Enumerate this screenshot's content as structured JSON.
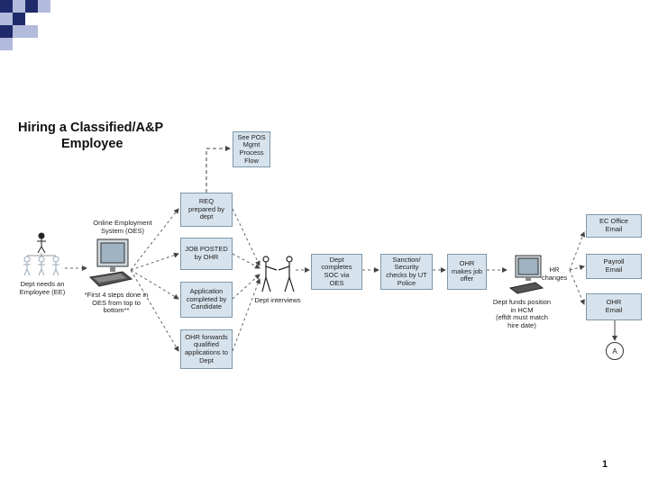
{
  "title": {
    "line1": "Hiring a Classified/A&P",
    "line2": "Employee"
  },
  "boxes": {
    "pos_mgmt": [
      "See POS",
      "Mgmt",
      "Process",
      "Flow"
    ],
    "req": [
      "REQ",
      "prepared by",
      "dept"
    ],
    "job_posted": [
      "JOB POSTED",
      "by OHR"
    ],
    "application": [
      "Application",
      "completed by",
      "Candidate"
    ],
    "ohr_forwards": [
      "OHR forwards",
      "qualified",
      "applications to",
      "Dept"
    ],
    "dept_completes": [
      "Dept",
      "completes",
      "SOC via",
      "OES"
    ],
    "sanction": [
      "Sanction/",
      "Security",
      "checks by UT",
      "Police"
    ],
    "ohr_offer": [
      "OHR",
      "makes job",
      "offer"
    ],
    "ec_office": [
      "EC Office",
      "Email"
    ],
    "payroll": [
      "Payroll",
      "Email"
    ],
    "ohr_email": [
      "OHR",
      "Email"
    ]
  },
  "labels": {
    "oes": [
      "Online Employment",
      "System (OES)"
    ],
    "dept_needs": [
      "Dept needs an",
      "Employee (EE)"
    ],
    "first_4": [
      "*First 4 steps done in",
      "OES from top to",
      "bottom**"
    ],
    "interviews": "Dept interviews",
    "funds": [
      "Dept funds position",
      "in HCM",
      "(effdt must match",
      "hire date)"
    ],
    "hr_changes": [
      "HR",
      "changes"
    ],
    "connector": "A"
  },
  "page_number": "1",
  "colors": {
    "box_fill": "#d7e3ec",
    "box_border": "#7f97aa",
    "corner_dark": "#1f2a6b",
    "corner_light": "#9aa5cf"
  }
}
